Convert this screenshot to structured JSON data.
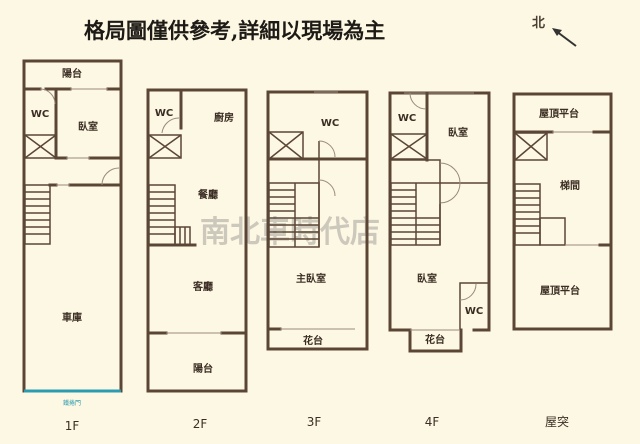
{
  "title": "格局圖僅供參考,詳細以現場為主",
  "north_label": "北",
  "watermark": "南北車時代店",
  "floors": [
    {
      "label": "1F",
      "rooms": [
        "陽台",
        "WC",
        "臥室",
        "車庫"
      ],
      "door_note": "鐵捲門"
    },
    {
      "label": "2F",
      "rooms": [
        "WC",
        "廚房",
        "餐廳",
        "客廳",
        "陽台"
      ]
    },
    {
      "label": "3F",
      "rooms": [
        "WC",
        "主臥室",
        "花台"
      ]
    },
    {
      "label": "4F",
      "rooms": [
        "WC",
        "臥室",
        "臥室",
        "WC",
        "花台"
      ]
    },
    {
      "label": "屋突",
      "rooms": [
        "屋頂平台",
        "梯間",
        "屋頂平台"
      ]
    }
  ],
  "colors": {
    "wall": "#5b4636",
    "background": "#fdf8e3",
    "rolling_door": "#2a9bb0"
  }
}
